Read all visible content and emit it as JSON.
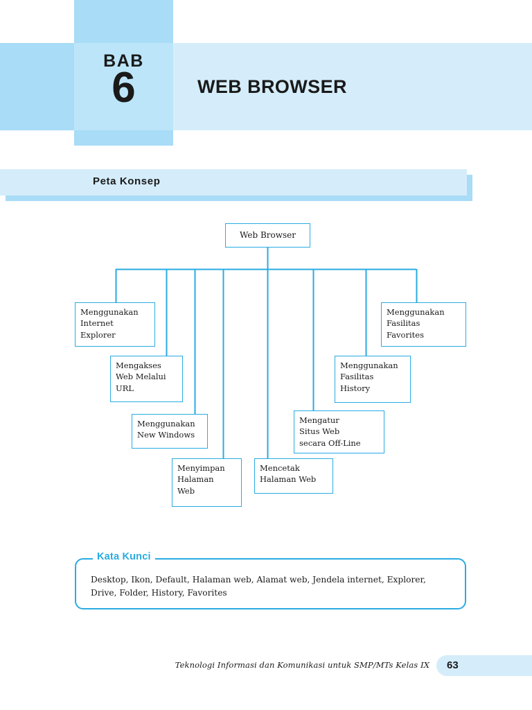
{
  "header": {
    "bab_label": "BAB",
    "chapter_number": "6",
    "title": "WEB BROWSER",
    "colors": {
      "dark_blue": "#A8DCF7",
      "light_blue": "#D5EDFA",
      "mid_blue": "#BCE5F9"
    }
  },
  "section": {
    "peta_konsep_label": "Peta Konsep"
  },
  "concept_map": {
    "root": "Web Browser",
    "border_color": "#29ABE2",
    "nodes": [
      {
        "id": "ie",
        "label": "Menggunakan\nInternet\nExplorer"
      },
      {
        "id": "url",
        "label": "Mengakses\nWeb Melalui\nURL"
      },
      {
        "id": "newwin",
        "label": "Menggunakan\nNew Windows"
      },
      {
        "id": "save",
        "label": "Menyimpan\nHalaman\nWeb"
      },
      {
        "id": "print",
        "label": "Mencetak\nHalaman Web"
      },
      {
        "id": "offline",
        "label": "Mengatur\nSitus Web\nsecara Off-Line"
      },
      {
        "id": "history",
        "label": "Menggunakan\nFasilitas\nHistory"
      },
      {
        "id": "favorites",
        "label": "Menggunakan\nFasilitas\nFavorites"
      }
    ]
  },
  "kata_kunci": {
    "legend": "Kata Kunci",
    "text": "Desktop, Ikon, Default, Halaman web, Alamat web, Jendela internet, Explorer,\nDrive, Folder, History, Favorites",
    "accent_color": "#29ABE2"
  },
  "footer": {
    "book_title": "Teknologi Informasi dan Komunikasi untuk SMP/MTs Kelas IX",
    "page_number": "63"
  }
}
